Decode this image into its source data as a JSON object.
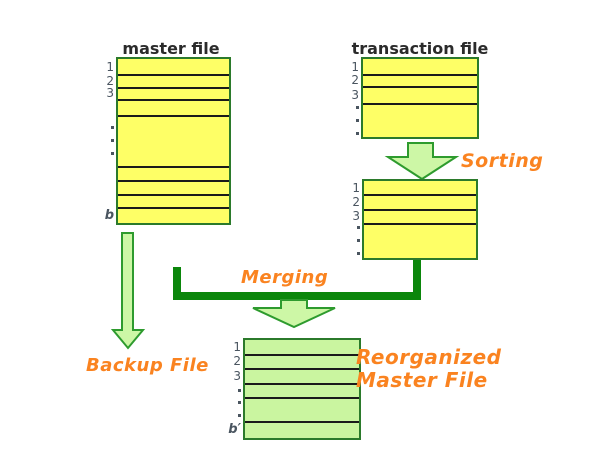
{
  "colors": {
    "yellow_fill": "#FEFF66",
    "green_fill": "#CAF5A0",
    "arrow_fill": "#CDF7A6",
    "arrow_stroke": "#2E9B2E",
    "table_border": "#2B7A2B",
    "row_divider": "#1A1A1A",
    "bracket_green": "#0B860B",
    "orange": "#FA8320",
    "title_text": "#2B2B2B",
    "label_text": "#4A5560"
  },
  "tables": {
    "master_file": {
      "title": "master file",
      "fill": "#FEFF66",
      "row_labels": [
        "1",
        "2",
        "3",
        "",
        "dots3",
        "",
        "",
        "",
        "b"
      ]
    },
    "transaction_file": {
      "title": "transaction file",
      "fill": "#FEFF66",
      "row_labels": [
        "1",
        "2",
        "3",
        "dots3"
      ]
    },
    "sorted_transaction_file": {
      "fill": "#FEFF66",
      "row_labels": [
        "1",
        "2",
        "3",
        "dots3"
      ]
    },
    "reorganized_master_file": {
      "fill": "#CAF5A0",
      "row_labels": [
        "1",
        "2",
        "3",
        "dot1",
        "dots2",
        "b′"
      ]
    }
  },
  "annotations": {
    "sorting": "Sorting",
    "merging": "Merging",
    "backup_file": "Backup File",
    "reorganized_line1": "Reorganized",
    "reorganized_line2": "Master File"
  }
}
